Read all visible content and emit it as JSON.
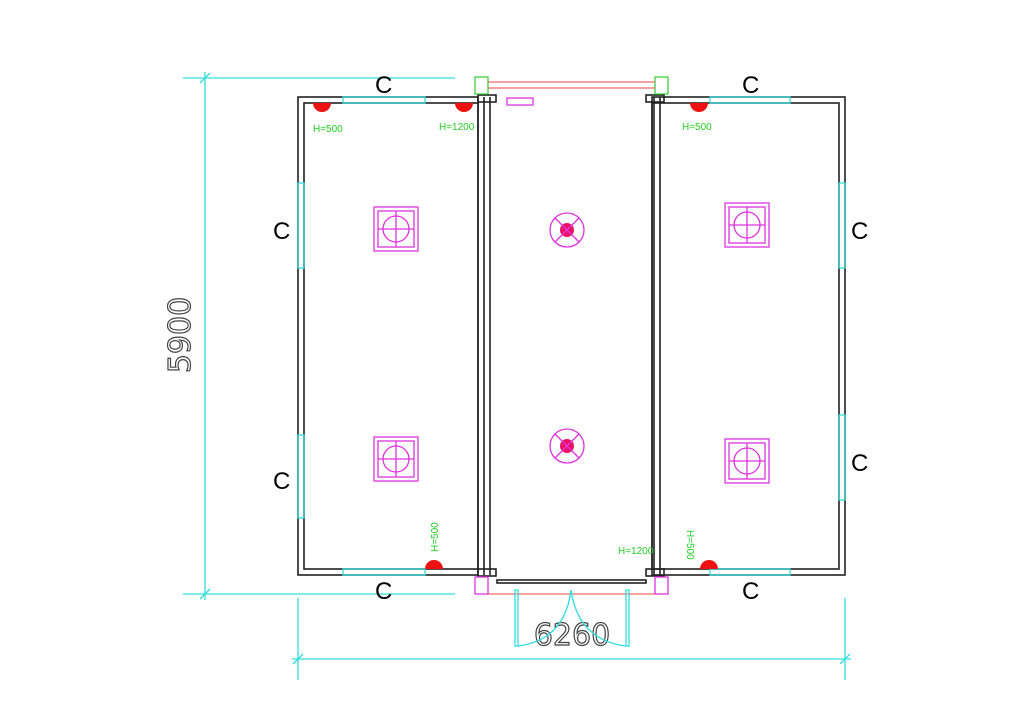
{
  "window_label": "C",
  "dimensions": {
    "height": "5900",
    "width": "6260"
  },
  "outlet_labels": {
    "top_left_a": "H=500",
    "top_left_b": "H=1200",
    "top_right": "H=500",
    "bottom_left": "H=500",
    "bottom_mid": "H=1200",
    "bottom_right": "H=500"
  },
  "colors": {
    "dimension": "#33dddd",
    "wall": "#222222",
    "fixture": "#dd33dd",
    "outlet": "#ee1111",
    "label": "#22cc22"
  }
}
